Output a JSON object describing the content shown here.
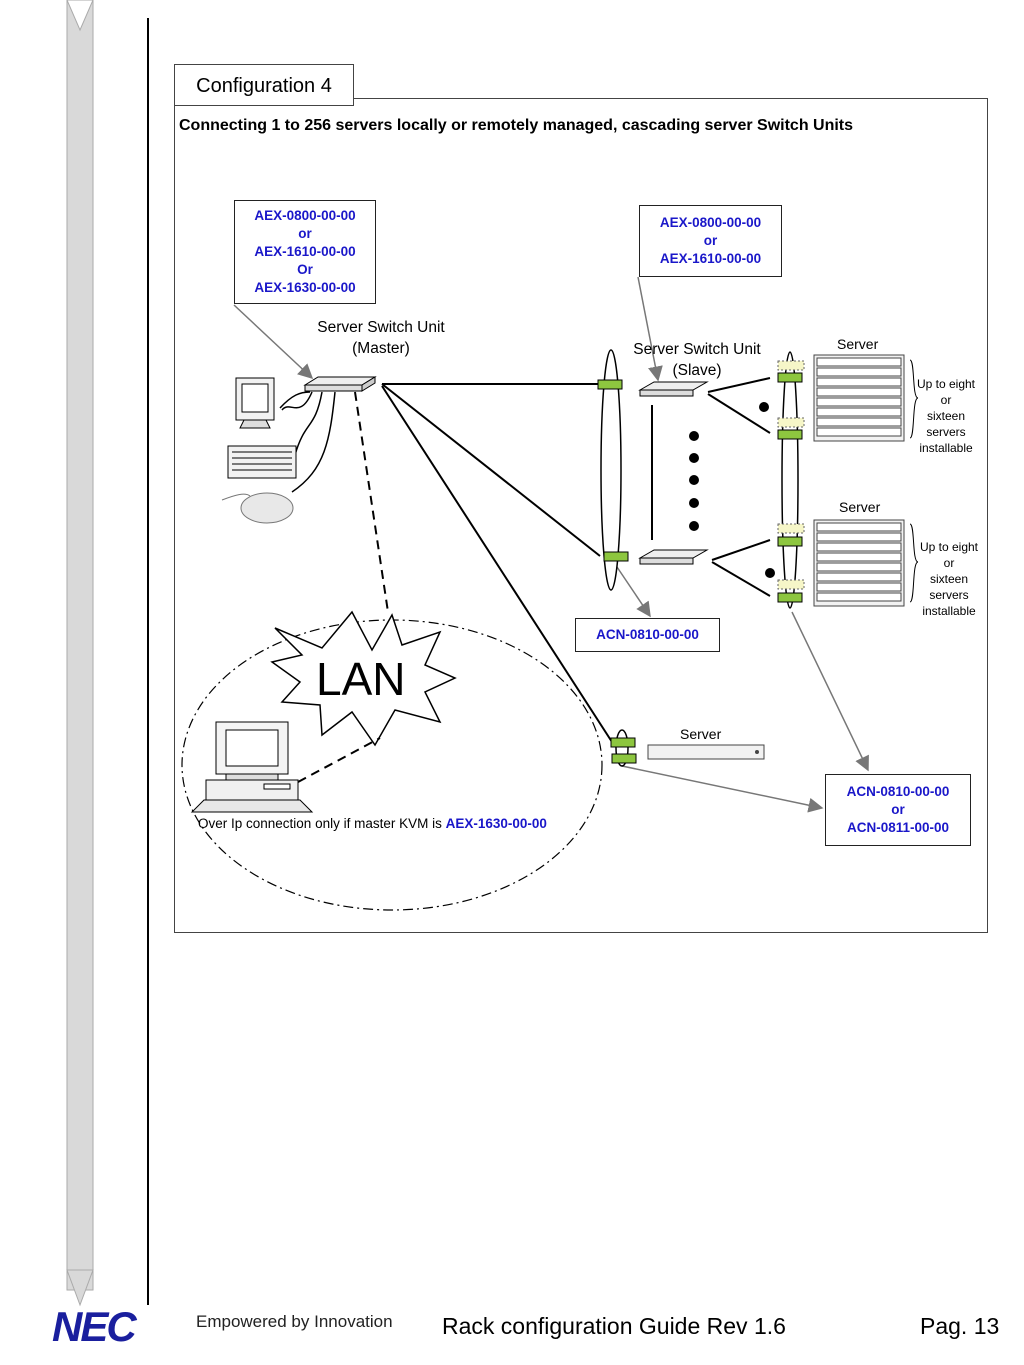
{
  "config_tab": "Configuration 4",
  "heading": "Connecting 1 to 256 servers locally or remotely managed, cascading server Switch Units",
  "part_boxes": {
    "master": [
      "AEX-0800-00-00",
      "or",
      "AEX-1610-00-00",
      "Or",
      "AEX-1630-00-00"
    ],
    "slave": [
      "AEX-0800-00-00",
      "or",
      "AEX-1610-00-00"
    ],
    "cable_slave": [
      "ACN-0810-00-00"
    ],
    "cable_server": [
      "ACN-0810-00-00",
      "or",
      "ACN-0811-00-00"
    ]
  },
  "labels": {
    "master_switch": "Server Switch Unit\n(Master)",
    "slave_switch": "Server Switch Unit\n(Slave)",
    "server_top": "Server",
    "server_mid": "Server",
    "server_bottom": "Server",
    "capacity_top": [
      "Up to eight",
      "or",
      "sixteen",
      "servers",
      "installable"
    ],
    "capacity_mid": [
      "Up to eight",
      "or",
      "sixteen",
      "servers",
      "installable"
    ],
    "lan": "LAN",
    "over_ip_text": "Over Ip connection only  if master KVM is ",
    "over_ip_part": "AEX-1630-00-00"
  },
  "footer": {
    "brand": "NEC",
    "tagline": "Empowered by Innovation",
    "title": "Rack configuration Guide Rev 1.6",
    "page": "Pag. 13"
  }
}
